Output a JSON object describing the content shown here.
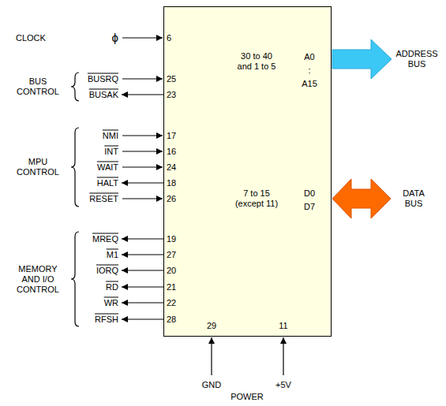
{
  "diagram": {
    "nodes": [
      {
        "text": [
          "6",
          "25",
          "23",
          "17",
          "16",
          "24",
          "18",
          "26",
          "19",
          "27",
          "20",
          "21",
          "22",
          "28",
          "30 to 40 and 1 to 5",
          "A0",
          ":",
          "A15",
          "7 to 15 (except 11)",
          "D0",
          "D7",
          "29",
          "11"
        ]
      }
    ],
    "labels": [
      "CLOCK",
      "ϕ",
      "BUS CONTROL",
      "BUSRQ",
      "BUSAK",
      "MPU CONTROL",
      "NMI",
      "INT",
      "WAIT",
      "HALT",
      "RESET",
      "MEMORY AND I/O CONTROL",
      "MREQ",
      "M1",
      "IORQ",
      "RD",
      "WR",
      "RFSH",
      "GND",
      "+5V",
      "POWER",
      "ADDRESS BUS",
      "DATA BUS"
    ]
  }
}
